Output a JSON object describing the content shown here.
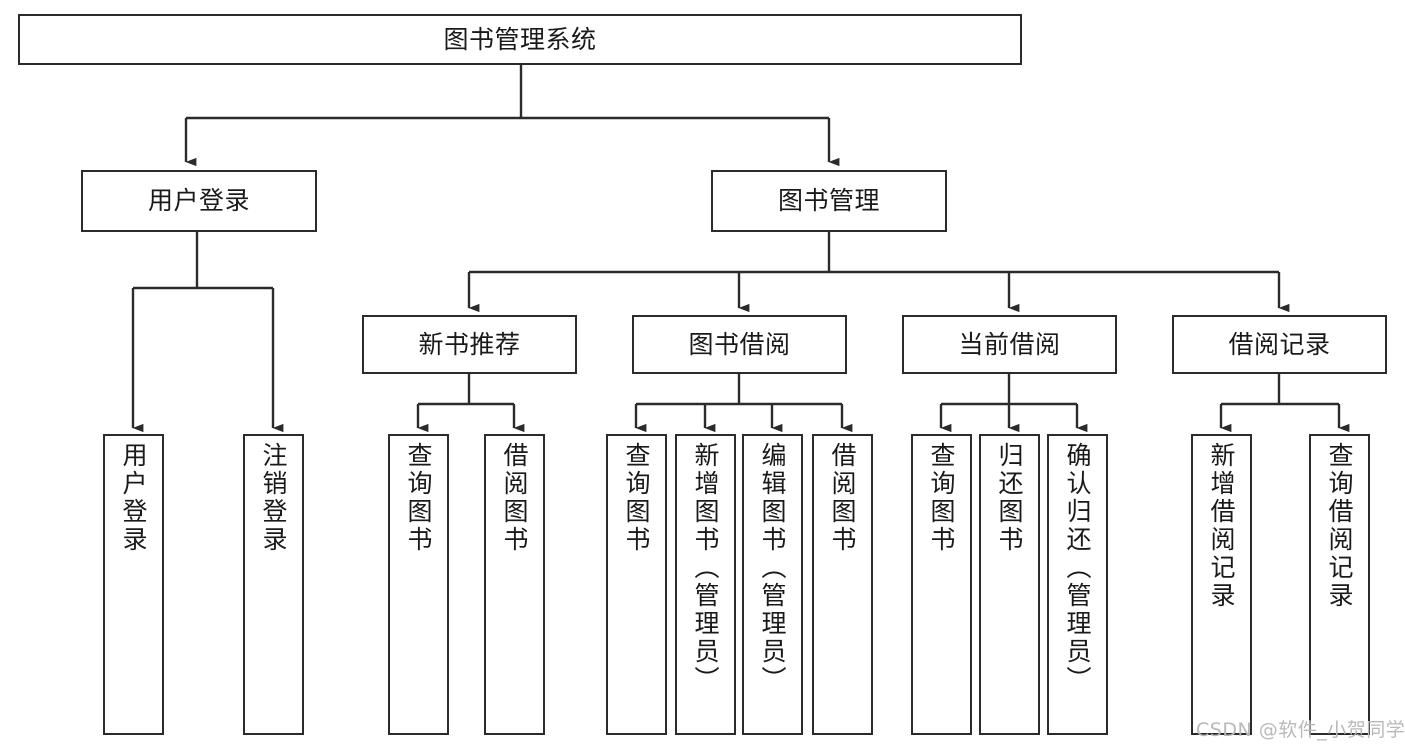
{
  "diagram": {
    "type": "tree-hierarchy",
    "title": "图书管理系统",
    "colors": {
      "box_border": "#2b2b2b",
      "box_fill": "#ffffff",
      "edge": "#2b2b2b",
      "text": "#1a1a1a",
      "watermark": "#b9b9b9",
      "background": "#ffffff"
    },
    "root": {
      "label": "图书管理系统"
    },
    "level2": [
      {
        "label": "用户登录"
      },
      {
        "label": "图书管理"
      }
    ],
    "level3": [
      {
        "label": "新书推荐"
      },
      {
        "label": "图书借阅"
      },
      {
        "label": "当前借阅"
      },
      {
        "label": "借阅记录"
      }
    ],
    "leaves": {
      "user_login": [
        {
          "label": "用户登录"
        },
        {
          "label": "注销登录"
        }
      ],
      "new_book_recommend": [
        {
          "label": "查询图书"
        },
        {
          "label": "借阅图书"
        }
      ],
      "book_borrow": [
        {
          "label": "查询图书"
        },
        {
          "label": "新增图书（管理员）"
        },
        {
          "label": "编辑图书（管理员）"
        },
        {
          "label": "借阅图书"
        }
      ],
      "current_borrow": [
        {
          "label": "查询图书"
        },
        {
          "label": "归还图书"
        },
        {
          "label": "确认归还（管理员）"
        }
      ],
      "borrow_record": [
        {
          "label": "新增借阅记录"
        },
        {
          "label": "查询借阅记录"
        }
      ]
    },
    "watermark": "CSDN @软件_小贺同学"
  }
}
